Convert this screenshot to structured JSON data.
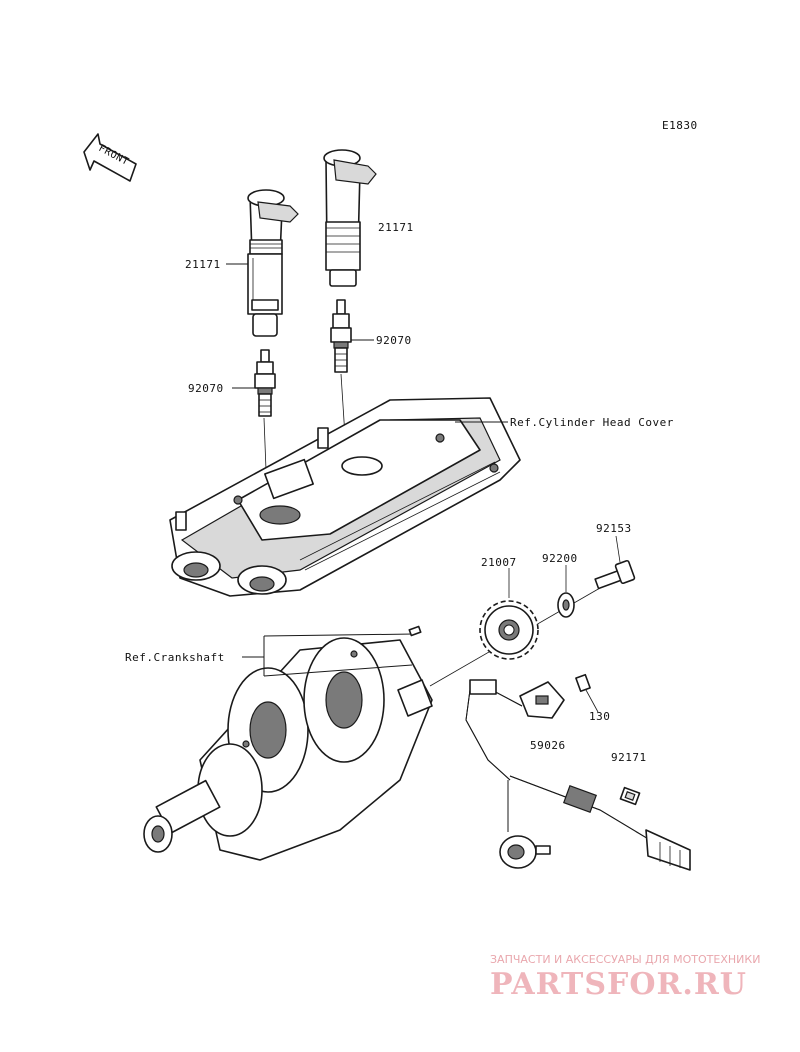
{
  "diagram": {
    "code": "E1830",
    "front_label": "FRONT",
    "parts": {
      "coil_left": "21171",
      "coil_right": "21171",
      "plug_left": "92070",
      "plug_right": "92070",
      "sprocket": "21007",
      "washer": "92200",
      "bolt": "92153",
      "sensor_bolt": "130",
      "sensor": "59026",
      "clamp": "92171"
    },
    "refs": {
      "head_cover": "Ref.Cylinder Head Cover",
      "crankshaft": "Ref.Crankshaft"
    }
  },
  "watermark": {
    "subtitle": "ЗАПЧАСТИ И АКСЕССУАРЫ ДЛЯ МОТОТЕХНИКИ",
    "brand": "PARTSFOR.RU"
  }
}
